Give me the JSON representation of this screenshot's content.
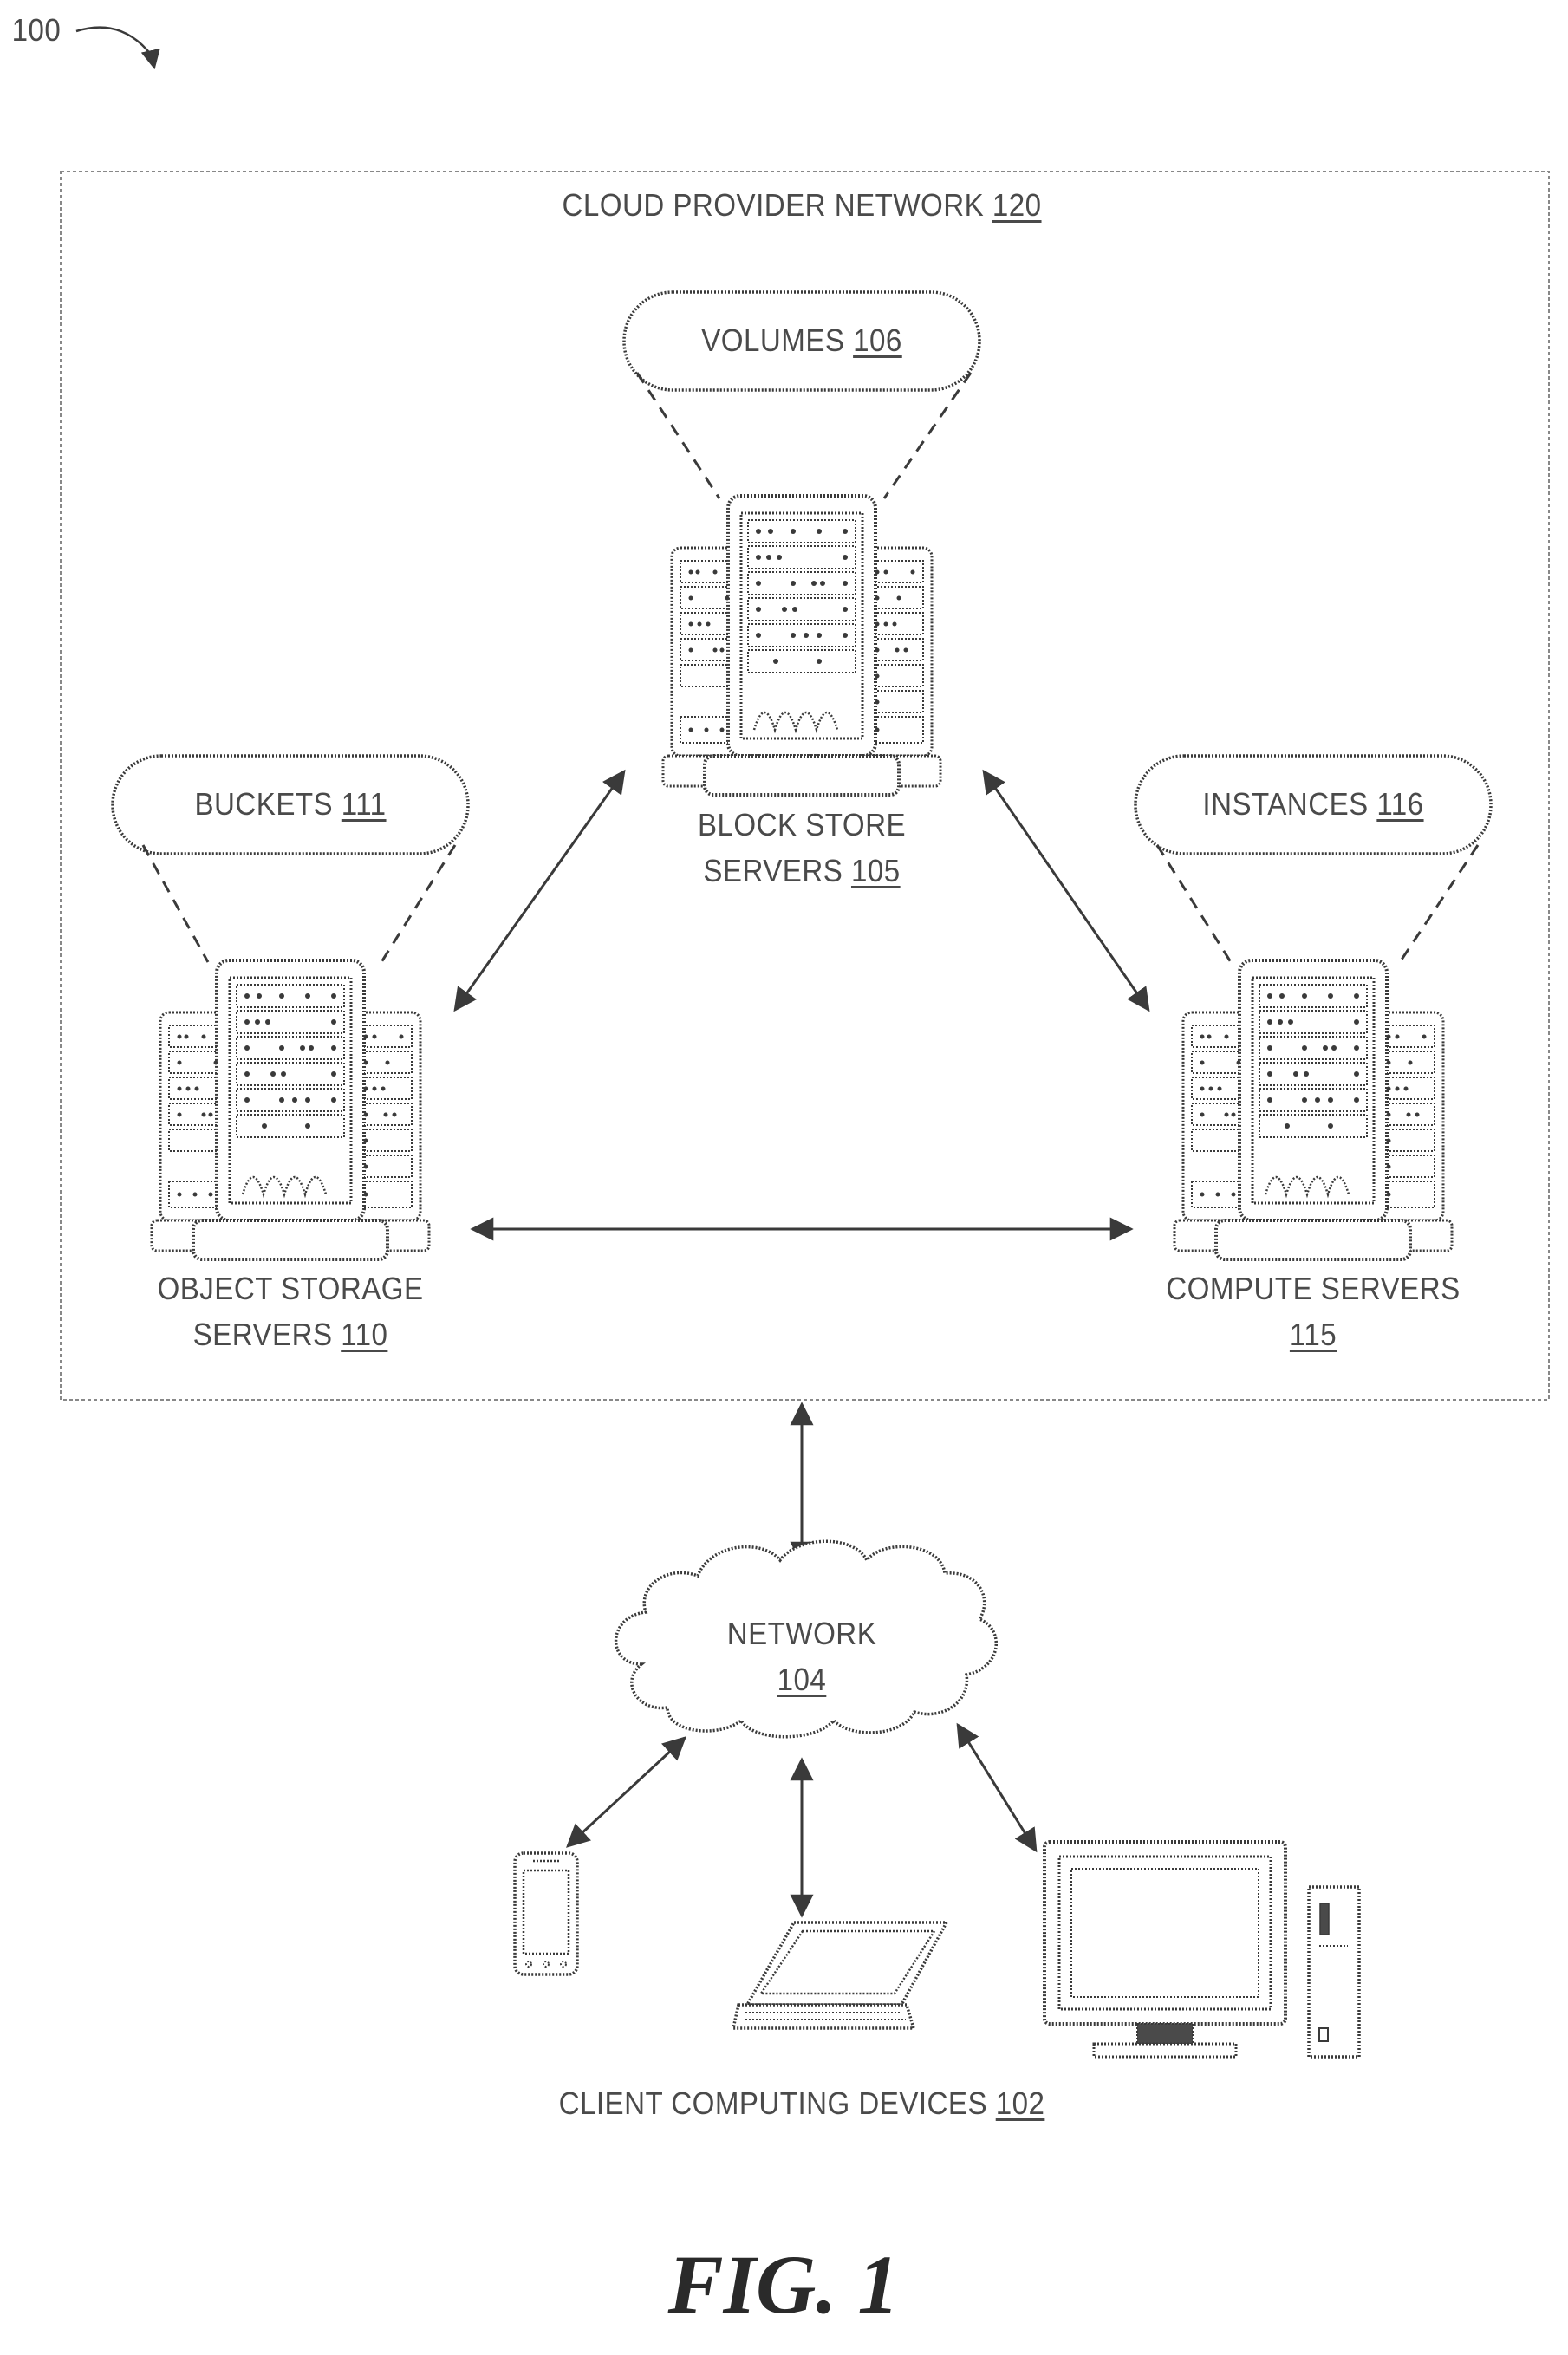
{
  "figure": {
    "ref_numeral": "100",
    "caption": "FIG. 1"
  },
  "cloud_network": {
    "label": "CLOUD PROVIDER NETWORK",
    "ref": "120"
  },
  "volumes": {
    "label": "VOLUMES",
    "ref": "106"
  },
  "buckets": {
    "label": "BUCKETS",
    "ref": "111"
  },
  "instances": {
    "label": "INSTANCES",
    "ref": "116"
  },
  "block_store": {
    "line1": "BLOCK STORE",
    "line2": "SERVERS",
    "ref": "105"
  },
  "object_storage": {
    "line1": "OBJECT STORAGE",
    "line2": "SERVERS",
    "ref": "110"
  },
  "compute": {
    "line1": "COMPUTE SERVERS",
    "ref": "115"
  },
  "network": {
    "line1": "NETWORK",
    "ref": "104"
  },
  "clients": {
    "label": "CLIENT COMPUTING DEVICES",
    "ref": "102"
  },
  "colors": {
    "stroke": "#3a3a3a",
    "text": "#4a4a4a",
    "dashed_border": "#888888"
  }
}
